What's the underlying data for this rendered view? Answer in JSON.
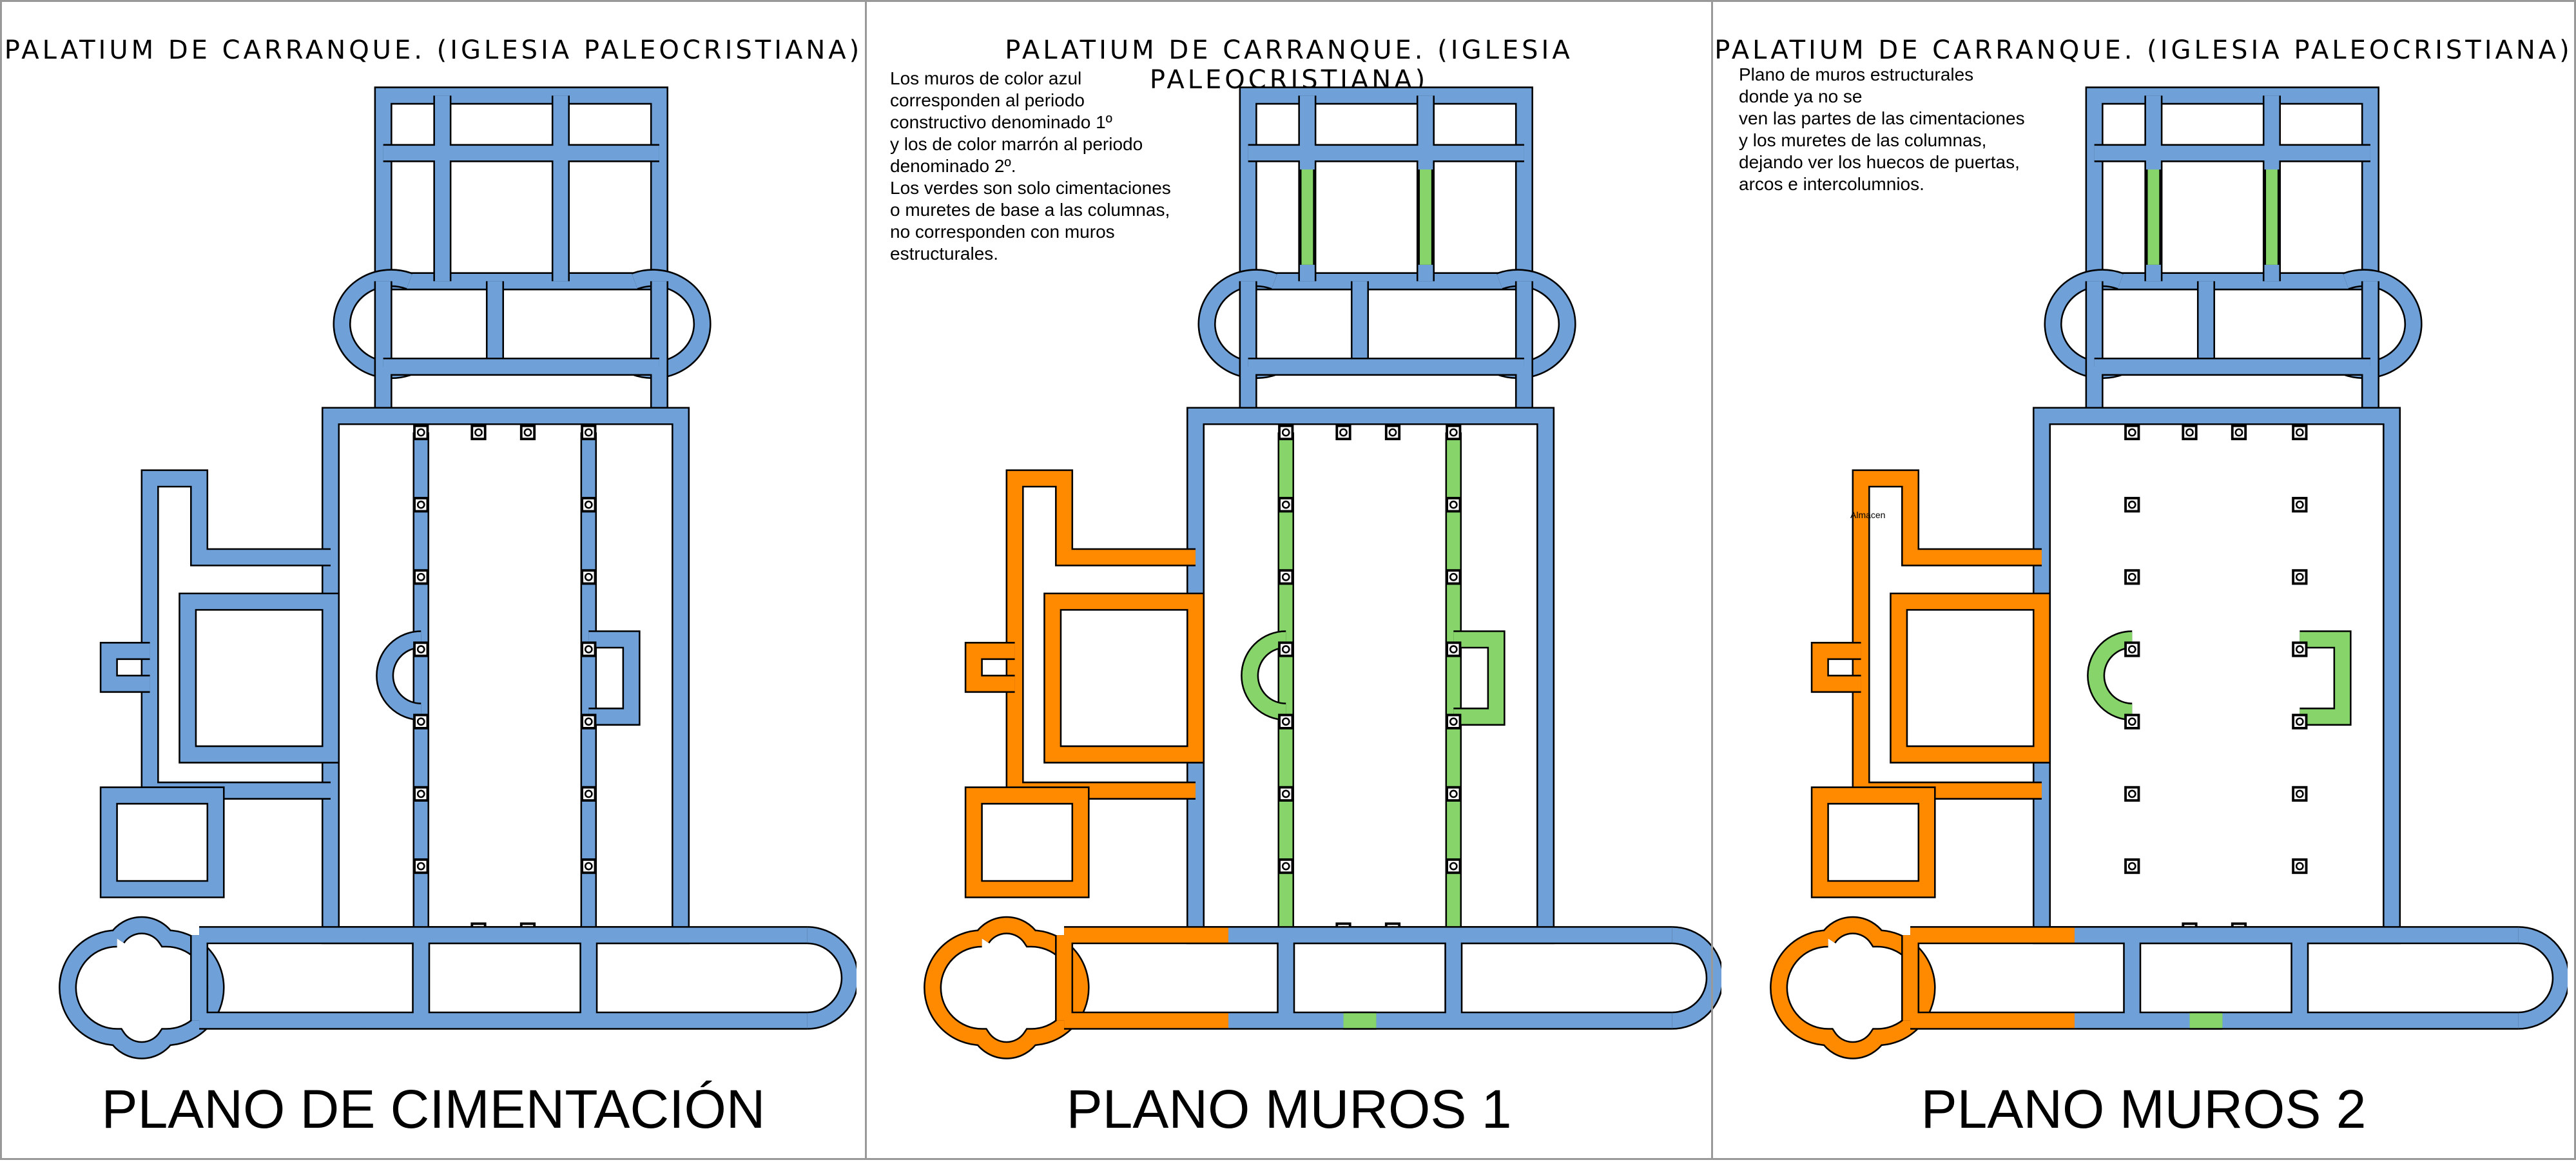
{
  "panels": [
    {
      "title": "PALATIUM DE CARRANQUE. (IGLESIA PALEOCRISTIANA)",
      "plan_title": "PLANO DE CIMENTACIÓN",
      "note": ""
    },
    {
      "title": "PALATIUM DE CARRANQUE. (IGLESIA PALEOCRISTIANA)",
      "plan_title": "PLANO MUROS 1",
      "note": "Los muros de color azul\ncorresponden al periodo\nconstructivo denominado 1º\ny los de color marrón al periodo\ndenominado 2º.\nLos verdes son solo cimentaciones\no muretes de base a las columnas,\nno corresponden con muros\nestructurales."
    },
    {
      "title": "PALATIUM DE CARRANQUE. (IGLESIA PALEOCRISTIANA)",
      "plan_title": "PLANO MUROS 2",
      "note": "Plano de muros estructurales\ndonde ya no se\nven las partes de las cimentaciones\ny los muretes de las columnas,\ndejando ver los huecos de puertas,\narcos e intercolumnios.",
      "room_label": "Almacen"
    }
  ],
  "colors": {
    "period1": "#6fa0d8",
    "period2": "#ff8a00",
    "foundation": "#86d46a",
    "outline": "#000000"
  }
}
